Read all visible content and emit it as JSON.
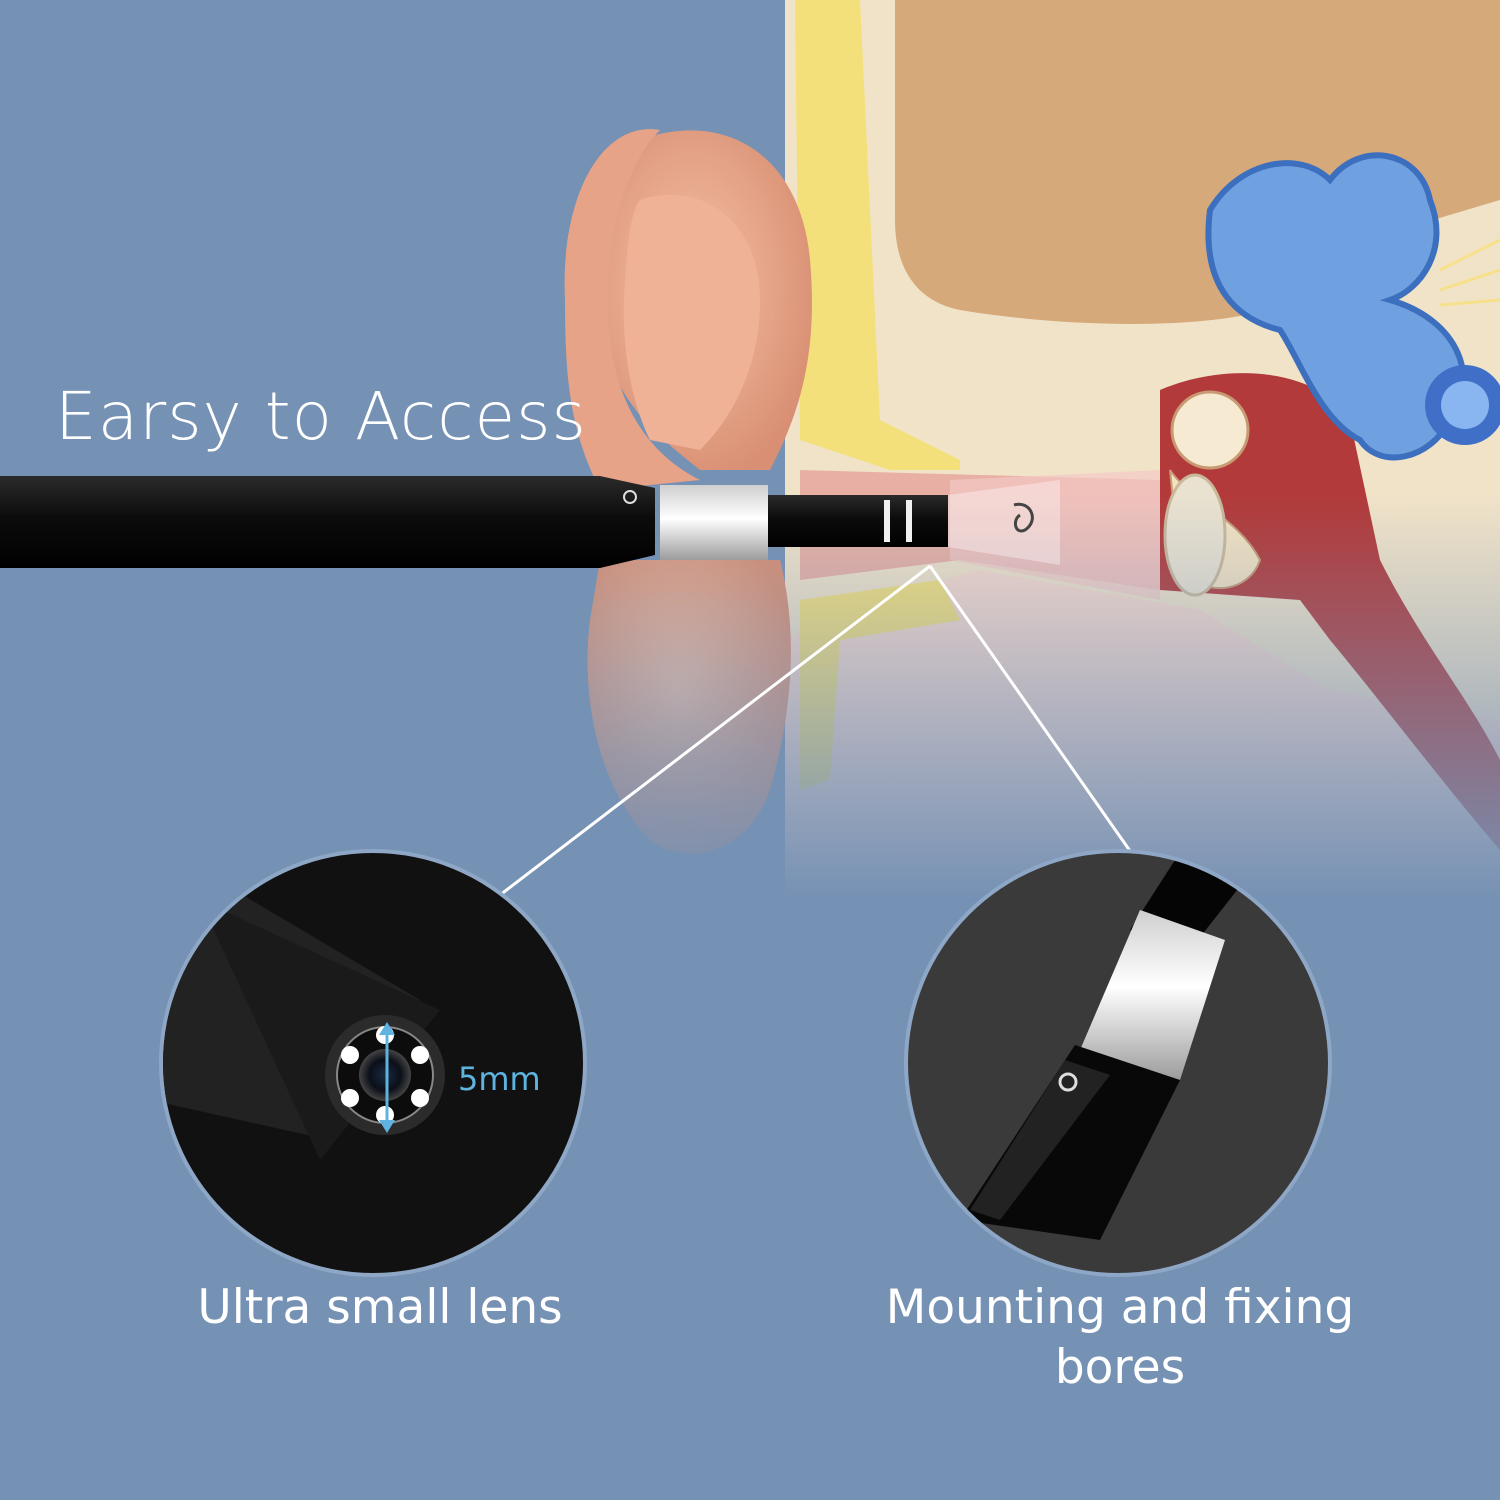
{
  "headline": "Earsy to Access",
  "callouts": {
    "left": {
      "caption": "Ultra small lens",
      "dimension": "5mm"
    },
    "right": {
      "caption": "Mounting and fixing bores"
    }
  },
  "colors": {
    "background": "#7591b4",
    "text": "#ffffff",
    "dimension": "#5fb3e0"
  },
  "icons": [
    "ear-illustration",
    "endoscope-probe",
    "lens-closeup",
    "mounting-closeup"
  ]
}
